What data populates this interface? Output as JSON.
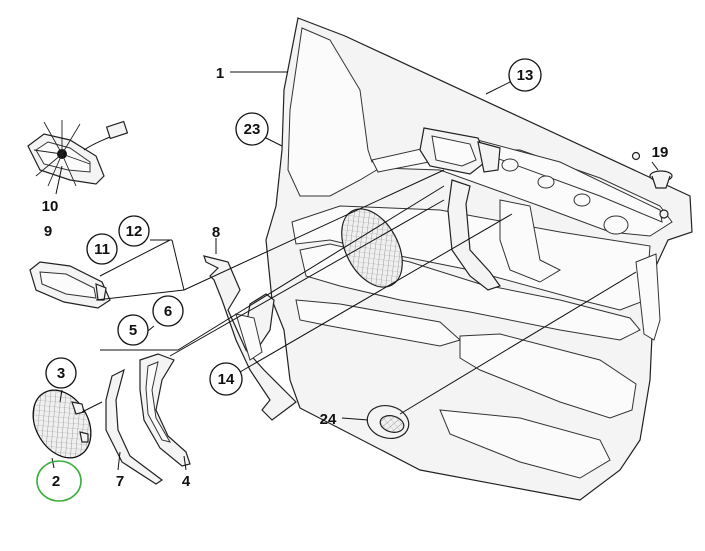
{
  "diagram": {
    "callouts": [
      {
        "id": "c1",
        "label": "1",
        "circled": false
      },
      {
        "id": "c2",
        "label": "2",
        "circled": false,
        "highlight": true
      },
      {
        "id": "c3",
        "label": "3",
        "circled": true
      },
      {
        "id": "c4",
        "label": "4",
        "circled": false
      },
      {
        "id": "c5",
        "label": "5",
        "circled": true
      },
      {
        "id": "c6",
        "label": "6",
        "circled": true
      },
      {
        "id": "c7",
        "label": "7",
        "circled": false
      },
      {
        "id": "c8",
        "label": "8",
        "circled": false
      },
      {
        "id": "c9",
        "label": "9",
        "circled": false
      },
      {
        "id": "c10",
        "label": "10",
        "circled": false
      },
      {
        "id": "c11",
        "label": "11",
        "circled": true
      },
      {
        "id": "c12",
        "label": "12",
        "circled": true
      },
      {
        "id": "c13",
        "label": "13",
        "circled": true
      },
      {
        "id": "c14",
        "label": "14",
        "circled": true
      },
      {
        "id": "c19",
        "label": "19",
        "circled": false
      },
      {
        "id": "c23",
        "label": "23",
        "circled": true
      },
      {
        "id": "c24",
        "label": "24",
        "circled": false
      }
    ],
    "colors": {
      "line": "#111111",
      "part_fill": "#f4f4f4",
      "highlight": "#3cae3c"
    }
  }
}
